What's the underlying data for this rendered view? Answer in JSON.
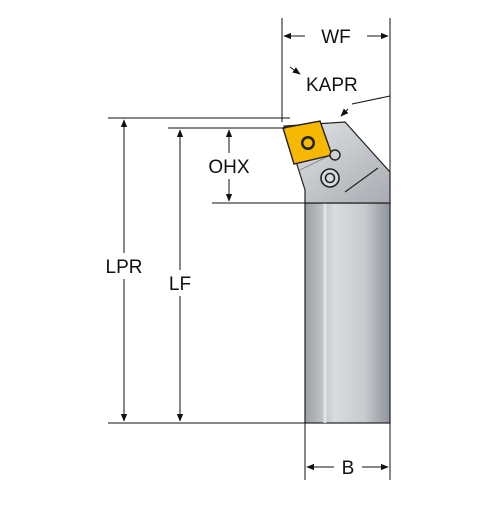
{
  "labels": {
    "wf": "WF",
    "kapr": "KAPR",
    "ohx": "OHX",
    "lpr": "LPR",
    "lf": "LF",
    "b": "B"
  },
  "colors": {
    "shank_light": "#d7dadd",
    "shank_dark": "#9aa0a6",
    "head_outline": "#111111",
    "insert_fill": "#f6b800",
    "dimension_line": "#111111"
  },
  "icons": {
    "insert": "square-insert-icon",
    "screw": "clamp-screw-icon",
    "pin": "locating-pin-icon"
  }
}
